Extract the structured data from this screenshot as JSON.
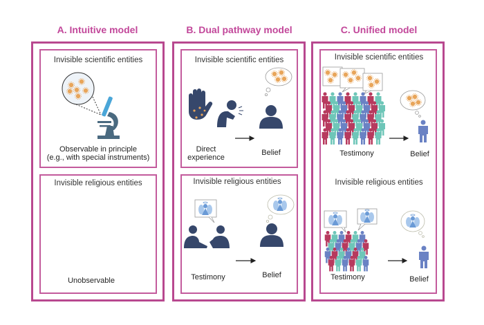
{
  "colors": {
    "accent": "#c2479a",
    "border": "#b8488f",
    "navy": "#36476b",
    "orange": "#e8a55a",
    "teal": "#6ec6b8",
    "crimson": "#b73a5e",
    "blue": "#6a82c4",
    "angel": "#7fb0e0"
  },
  "panels": {
    "a": {
      "title": "A. Intuitive model",
      "scientific": {
        "heading": "Invisible scientific entities",
        "caption_1": "Observable in principle",
        "caption_2": "(e.g., with special instruments)"
      },
      "religious": {
        "heading": "Invisible religious entities",
        "caption": "Unobservable"
      }
    },
    "b": {
      "title": "B. Dual pathway model",
      "scientific": {
        "heading": "Invisible scientific entities",
        "source_1": "Direct",
        "source_2": "experience",
        "result": "Belief"
      },
      "religious": {
        "heading": "Invisible religious entities",
        "source": "Testimony",
        "result": "Belief"
      }
    },
    "c": {
      "title": "C. Unified model",
      "scientific": {
        "heading": "Invisible scientific entities",
        "source": "Testimony",
        "result": "Belief"
      },
      "religious": {
        "heading": "Invisible religious entities",
        "source": "Testimony",
        "result": "Belief"
      }
    }
  }
}
